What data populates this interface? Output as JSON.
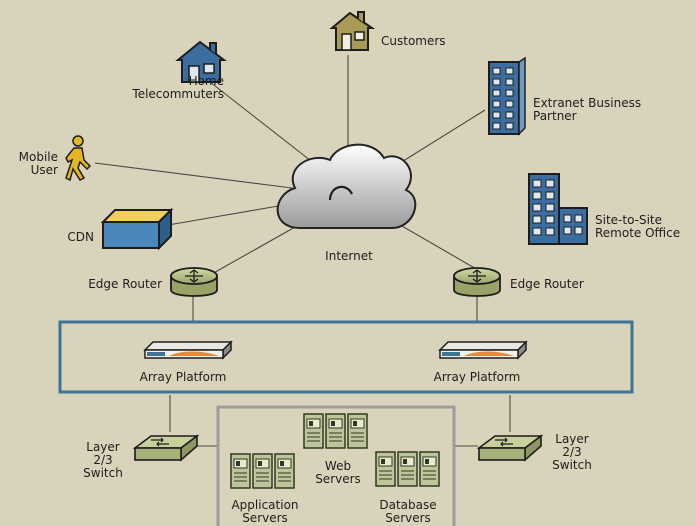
{
  "labels": {
    "customers": "Customers",
    "home_telecommuters": "Home\nTelecommuters",
    "extranet": "Extranet Business\nPartner",
    "mobile_user": "Mobile\nUser",
    "site_to_site": "Site-to-Site\nRemote Office",
    "cdn": "CDN",
    "internet": "Internet",
    "edge_router_left": "Edge Router",
    "edge_router_right": "Edge Router",
    "array_platform_left": "Array Platform",
    "array_platform_right": "Array Platform",
    "layer_switch_left": "Layer\n2/3\nSwitch",
    "layer_switch_right": "Layer\n2/3\nSwitch",
    "web_servers": "Web\nServers",
    "application_servers": "Application\nServers",
    "database_servers": "Database\nServers"
  },
  "colors": {
    "background": "#d9d3bb",
    "array_box_border": "#3d7496",
    "server_box_border": "#9c9c98",
    "router_fill": "#b9c08c",
    "house_blue": "#3b6e9e",
    "house_olive": "#a99a55",
    "cdn_yellow": "#f2cf5a",
    "cdn_blue": "#4a88bb",
    "mobile_user_yellow": "#e4b722",
    "server_fill": "#bfc59a"
  },
  "icons": {
    "cloud": "cloud-icon",
    "router": "router-icon",
    "appliance": "array-appliance-icon",
    "switch": "switch-icon",
    "house": "house-icon",
    "building": "building-icon",
    "person": "walking-person-icon",
    "server": "server-rack-icon"
  }
}
